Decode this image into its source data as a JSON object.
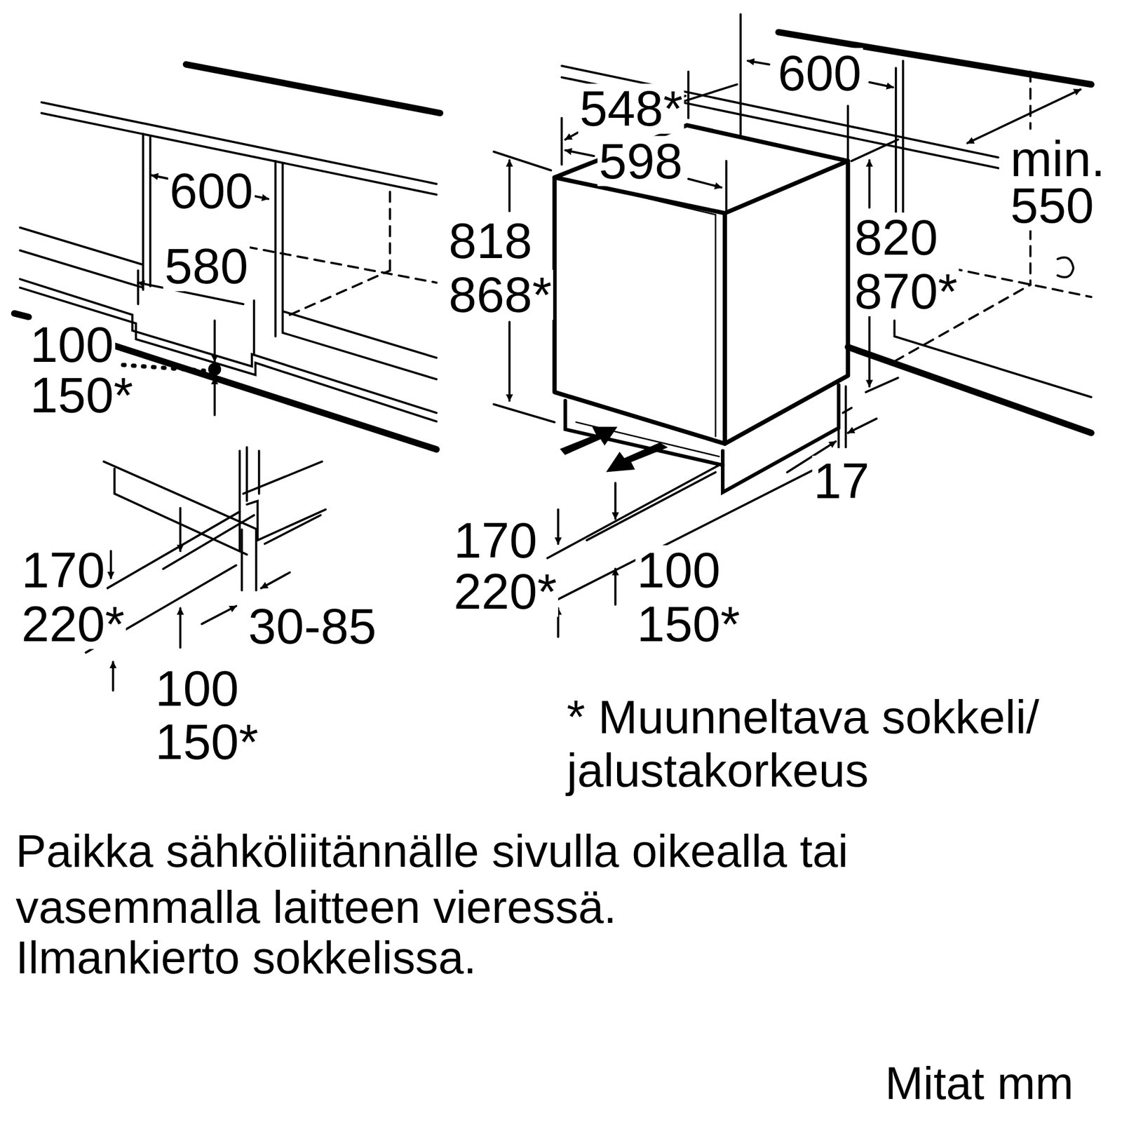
{
  "diagram": {
    "labels": [
      "600",
      "580",
      "100",
      "150*",
      "170",
      "220*",
      "30-85",
      "100",
      "150*",
      "600",
      "548*",
      "598",
      "818",
      "868*",
      "820",
      "870*",
      "min.",
      "550",
      "17",
      "170",
      "220*",
      "100",
      "150*",
      "* Muunneltava sokkeli/ jalustakorkeus",
      "Paikka sähköliitännälle sivulla oikealla tai vasemmalla laitteen vieressä.",
      "Ilmankierto sokkelissa.",
      "Mitat mm"
    ]
  }
}
